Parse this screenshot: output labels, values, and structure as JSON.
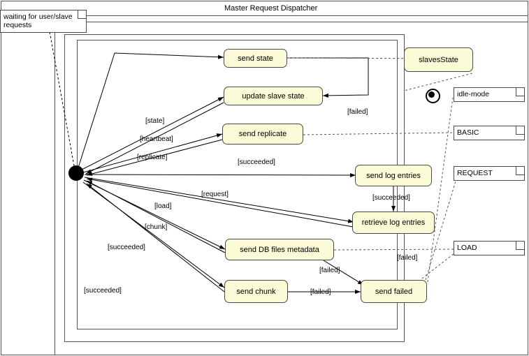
{
  "diagram": {
    "title": "Master Request Dispatcher",
    "type": "uml-activity-diagram"
  },
  "note": {
    "text": "waiting for user/slave requests"
  },
  "states": [
    {
      "id": "send-state",
      "label": "send state"
    },
    {
      "id": "update-slave-state",
      "label": "update slave state"
    },
    {
      "id": "slaves-state",
      "label": "slavesState"
    },
    {
      "id": "send-replicate",
      "label": "send replicate"
    },
    {
      "id": "send-log-entries",
      "label": "send log entries"
    },
    {
      "id": "retrieve-log-entries",
      "label": "retrieve log entries"
    },
    {
      "id": "send-db-files-metadata",
      "label": "send DB files metadata"
    },
    {
      "id": "send-chunk",
      "label": "send chunk"
    },
    {
      "id": "send-failed",
      "label": "send failed"
    }
  ],
  "partitions": [
    {
      "id": "idle-mode",
      "label": "idle-mode"
    },
    {
      "id": "basic",
      "label": "BASIC"
    },
    {
      "id": "request",
      "label": "REQUEST"
    },
    {
      "id": "load",
      "label": "LOAD"
    }
  ],
  "transitions": [
    {
      "id": "t-state",
      "label": "[state]"
    },
    {
      "id": "t-heartbeat",
      "label": "[heartbeat]"
    },
    {
      "id": "t-replicate",
      "label": "[replicate]"
    },
    {
      "id": "t-succeeded-1",
      "label": "[succeeded]"
    },
    {
      "id": "t-failed-1",
      "label": "[failed]"
    },
    {
      "id": "t-request",
      "label": "[request]"
    },
    {
      "id": "t-succeeded-2",
      "label": "[succeeded]"
    },
    {
      "id": "t-load",
      "label": "[load]"
    },
    {
      "id": "t-chunk",
      "label": "[chunk]"
    },
    {
      "id": "t-succeeded-3",
      "label": "[succeeded]"
    },
    {
      "id": "t-failed-2",
      "label": "[failed]"
    },
    {
      "id": "t-succeeded-4",
      "label": "[succeeded]"
    },
    {
      "id": "t-failed-3",
      "label": "[failed]"
    },
    {
      "id": "t-failed-4",
      "label": "[failed]"
    }
  ],
  "colors": {
    "state_fill": "#fbfbd7",
    "stroke": "#4a4a4a",
    "background": "#ffffff"
  }
}
